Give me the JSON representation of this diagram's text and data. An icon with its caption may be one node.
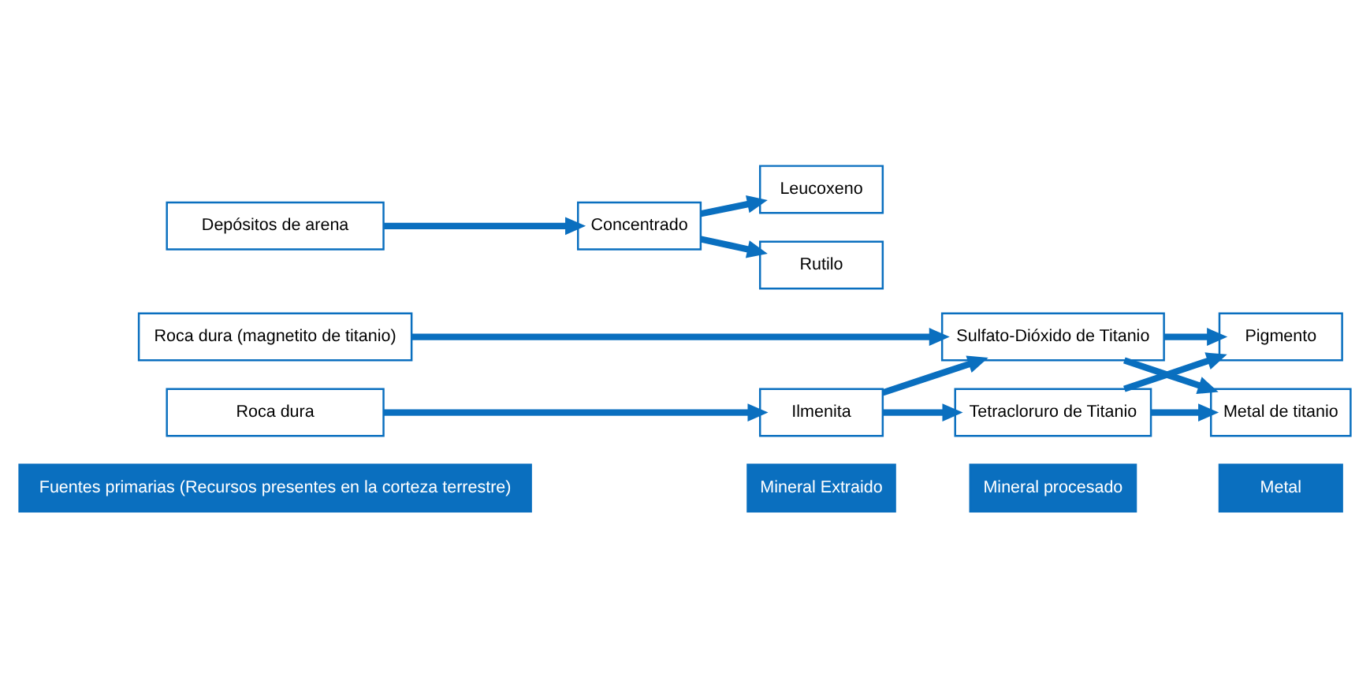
{
  "diagram": {
    "nodes": [
      {
        "text": [
          "Fuentes primarias (Recursos presentes en la corteza terrestre)"
        ]
      },
      {
        "text": [
          "Mineral Extraido"
        ]
      },
      {
        "text": [
          "Mineral procesado"
        ]
      },
      {
        "text": [
          "Metal"
        ]
      },
      {
        "text": [
          "Roca dura (magnetito de titanio)"
        ]
      },
      {
        "text": [
          "Sulfato-Dióxido de Titanio"
        ]
      },
      {
        "text": [
          "Pigmento"
        ]
      },
      {
        "text": [
          "Roca dura"
        ]
      },
      {
        "text": [
          "Ilmenita"
        ]
      },
      {
        "text": [
          "Metal de titanio"
        ]
      },
      {
        "text": [
          "Tetracloruro de Titanio"
        ]
      },
      {
        "text": [
          "Depósitos de arena"
        ]
      },
      {
        "text": [
          "Concentrado"
        ]
      },
      {
        "text": [
          "Leucoxeno"
        ]
      },
      {
        "text": [
          "Rutilo"
        ]
      }
    ],
    "edges": [
      {
        "from": 4,
        "to": 5,
        "arrow": "to"
      },
      {
        "from": 7,
        "to": 8,
        "arrow": "to"
      },
      {
        "from": 8,
        "to": 5,
        "arrow": "to"
      },
      {
        "from": 8,
        "to": 10,
        "arrow": "to"
      },
      {
        "from": 5,
        "to": 6,
        "arrow": "to"
      },
      {
        "from": 5,
        "to": 9,
        "arrow": "to"
      },
      {
        "from": 10,
        "to": 6,
        "arrow": "to"
      },
      {
        "from": 10,
        "to": 9,
        "arrow": "to"
      },
      {
        "from": 11,
        "to": 12,
        "arrow": "to"
      },
      {
        "from": 12,
        "to": 13,
        "arrow": "to"
      },
      {
        "from": 12,
        "to": 14,
        "arrow": "to"
      }
    ]
  }
}
